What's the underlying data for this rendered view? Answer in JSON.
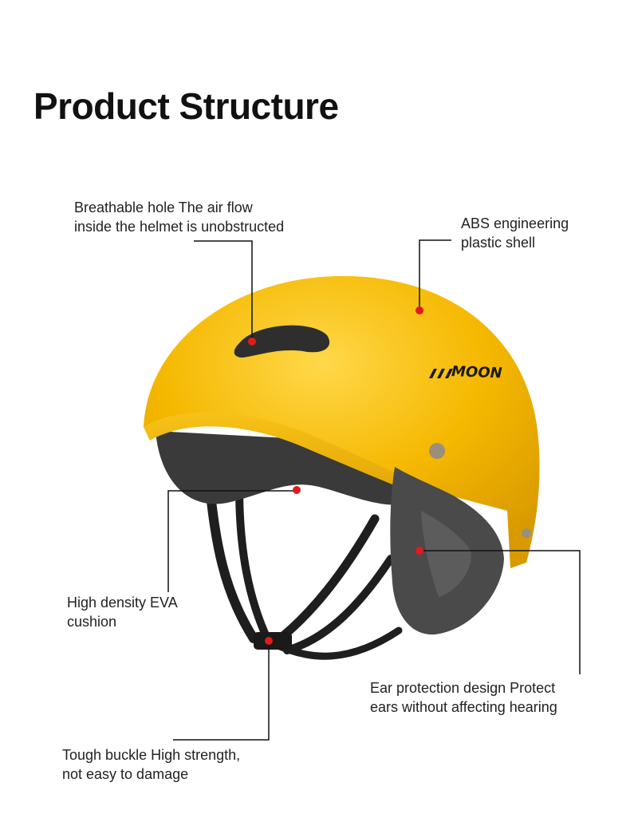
{
  "page": {
    "title": "Product Structure"
  },
  "product": {
    "brand_logo_text": "MOON",
    "shell_color": "#F5B800",
    "liner_color": "#3A3A3A",
    "marker_color": "#E01B1B"
  },
  "callouts": {
    "vent": {
      "line1": "Breathable hole The air flow",
      "line2": "inside the helmet is unobstructed"
    },
    "shell": {
      "line1": "ABS engineering",
      "line2": "plastic shell"
    },
    "eva": {
      "line1": "High density EVA",
      "line2": "cushion"
    },
    "ear": {
      "line1": "Ear protection design Protect",
      "line2": "ears without affecting hearing"
    },
    "buckle": {
      "line1": "Tough buckle High strength,",
      "line2": "not easy to damage"
    }
  }
}
